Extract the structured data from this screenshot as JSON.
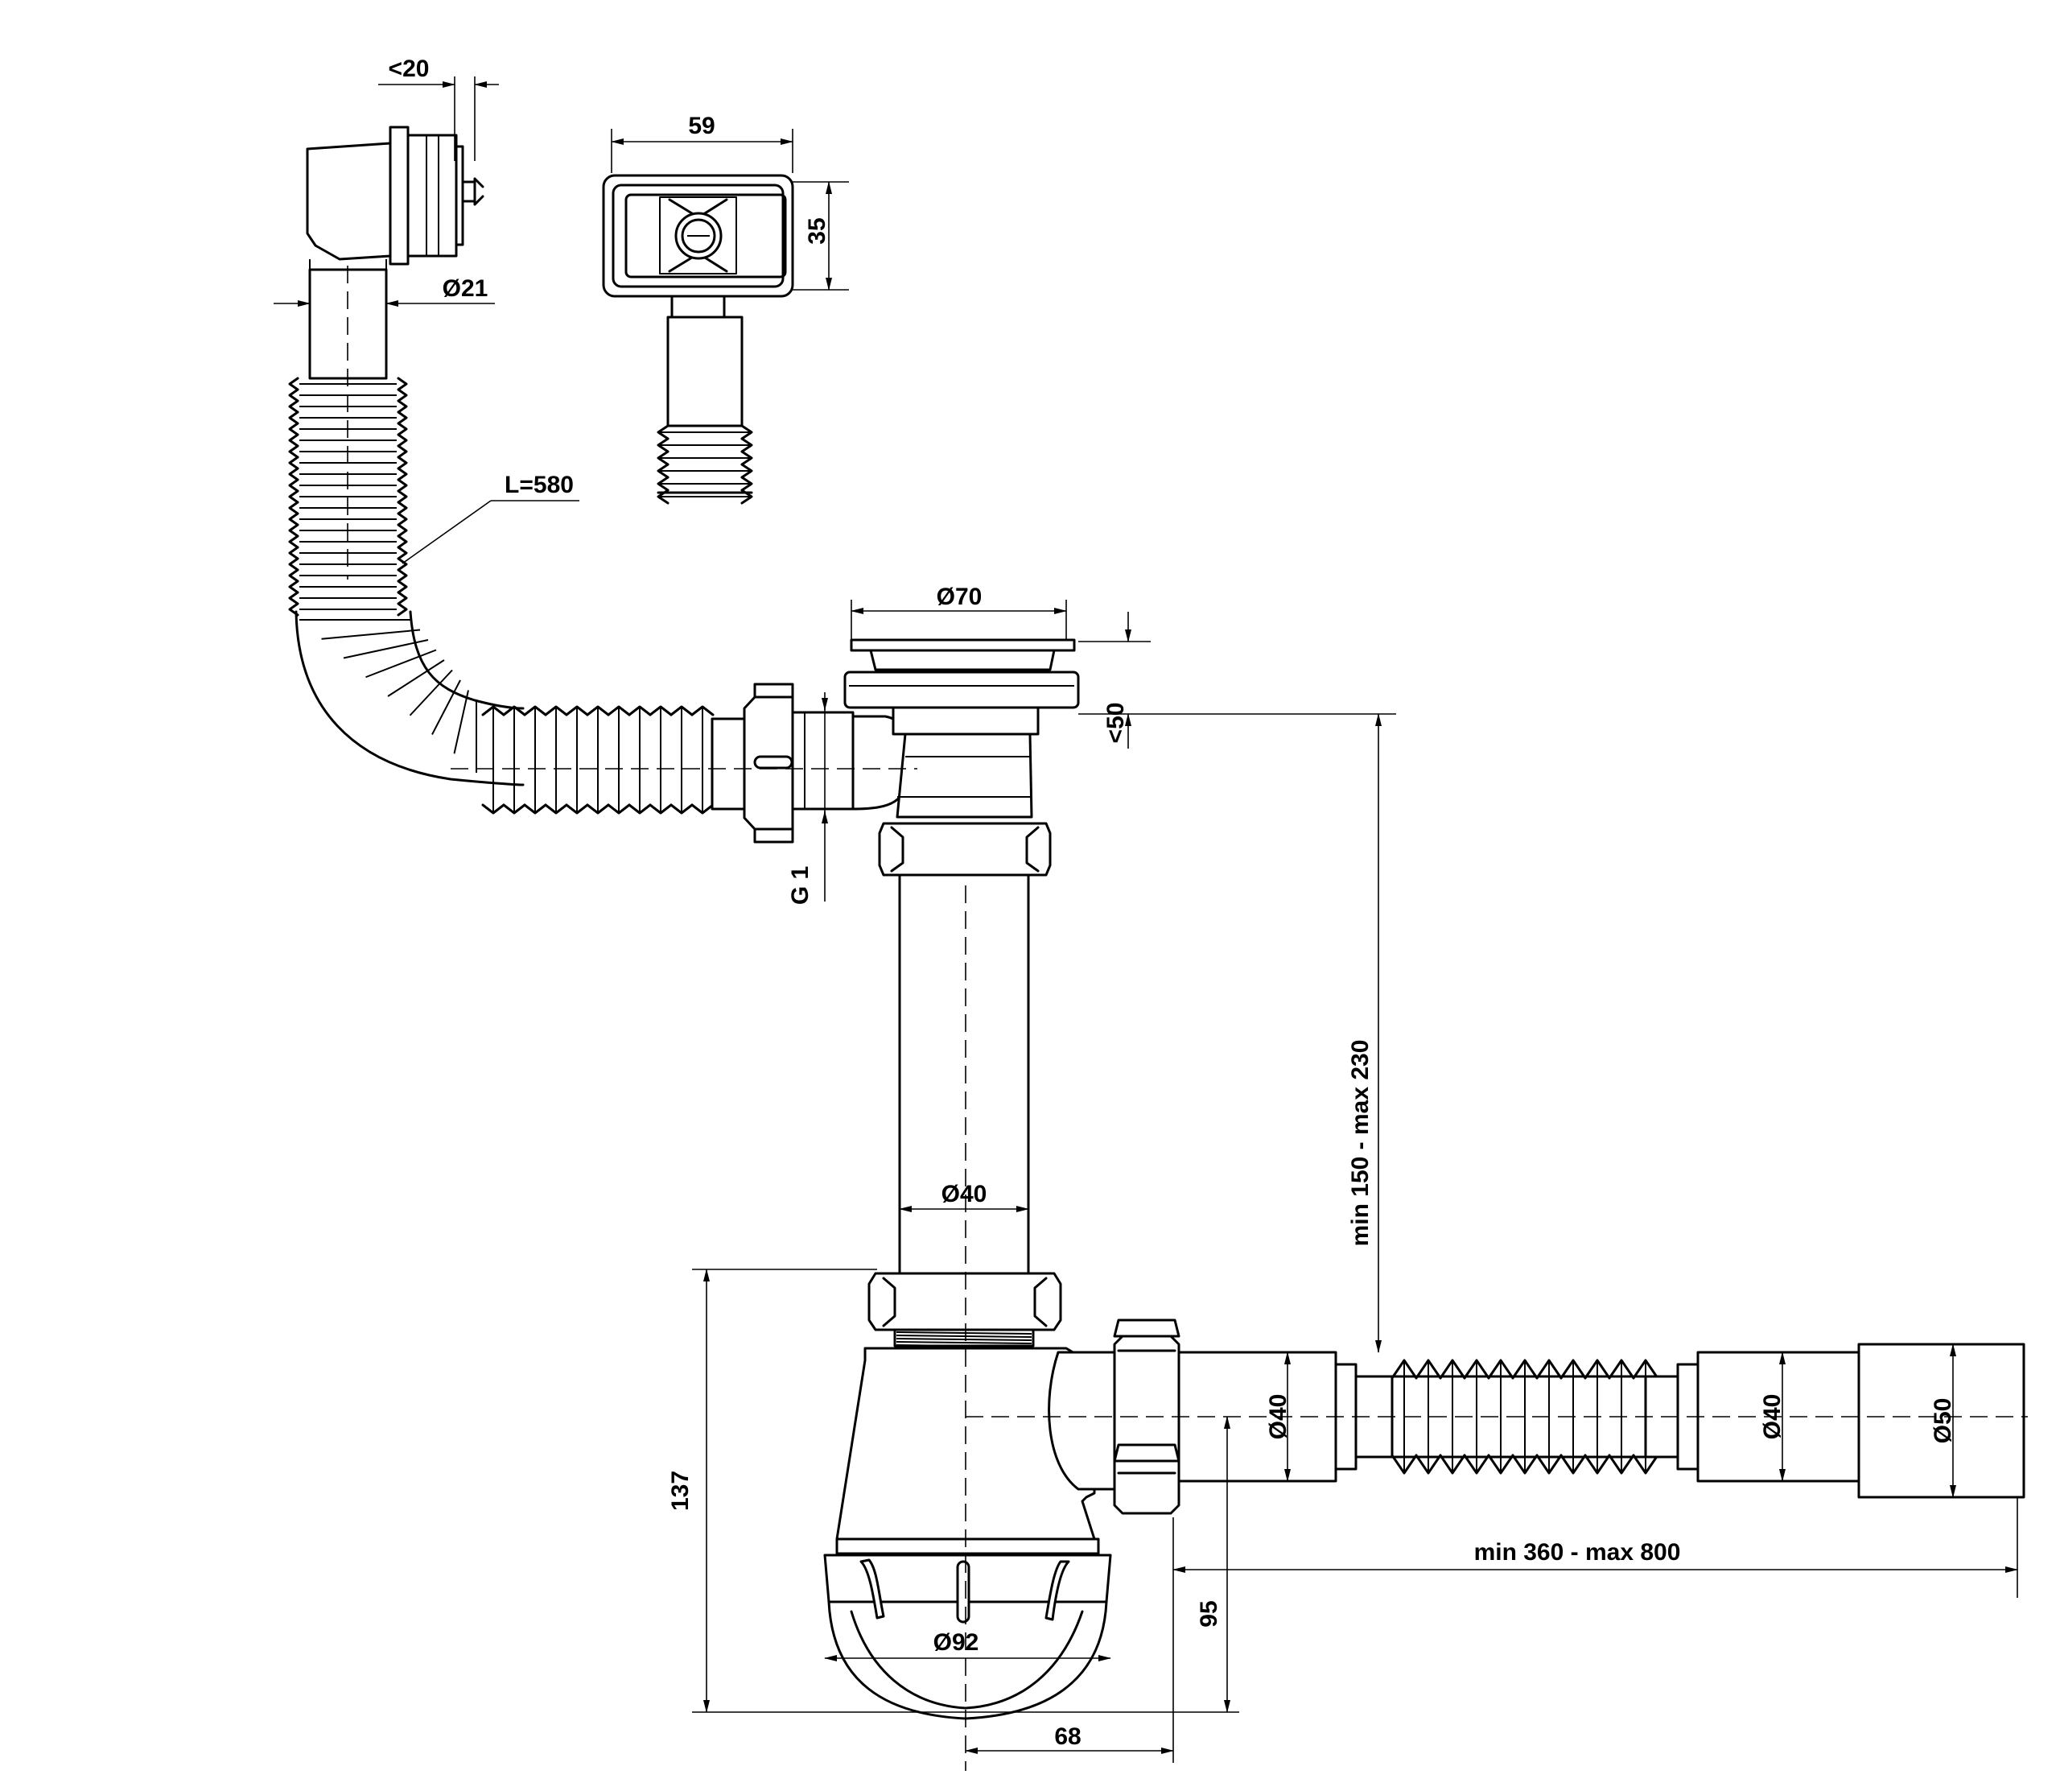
{
  "colors": {
    "line": "#000000",
    "background": "#ffffff"
  },
  "dimensions": {
    "overflow_angle": "<20",
    "overflow_width": "59",
    "overflow_height": "35",
    "overflow_pipe_diameter": "Ø21",
    "hose_length": "L=580",
    "strainer_diameter": "Ø70",
    "strainer_adjust": "<50",
    "thread": "G 1",
    "tailpipe_diameter": "Ø40",
    "vertical_range": "min 150 - max 230",
    "trap_height": "137",
    "outlet_diameter": "Ø40",
    "hose_outlet_diameter": "Ø40",
    "end_diameter": "Ø50",
    "horizontal_range": "min 360 - max 800",
    "outlet_height": "95",
    "bowl_diameter": "Ø92",
    "outlet_offset": "68"
  }
}
